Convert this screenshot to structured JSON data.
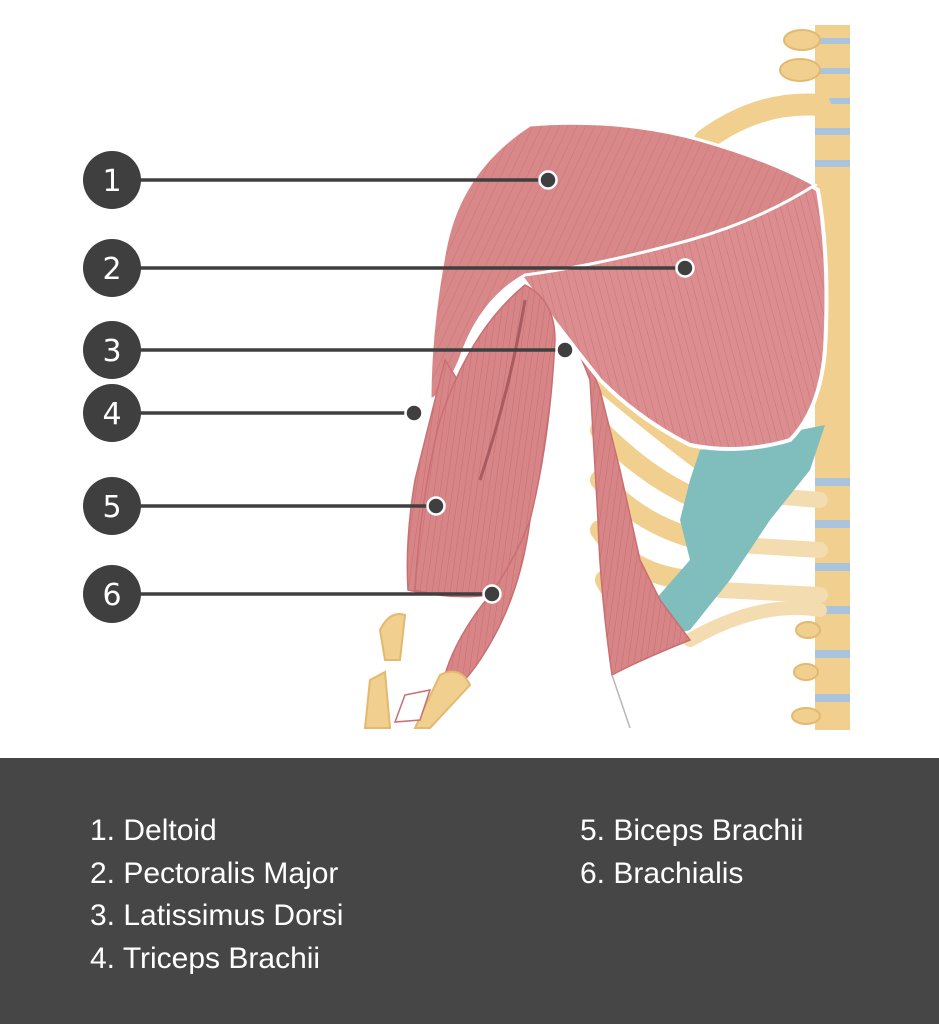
{
  "markers": [
    {
      "number": "1",
      "name": "Deltoid"
    },
    {
      "number": "2",
      "name": "Pectoralis Major"
    },
    {
      "number": "3",
      "name": "Latissimus Dorsi"
    },
    {
      "number": "4",
      "name": "Triceps Brachii"
    },
    {
      "number": "5",
      "name": "Biceps Brachii"
    },
    {
      "number": "6",
      "name": "Brachialis"
    }
  ],
  "legend": {
    "left": [
      "1. Deltoid",
      "2. Pectoralis Major",
      "3. Latissimus Dorsi",
      "4. Triceps Brachii"
    ],
    "right": [
      "5. Biceps Brachii",
      "6. Brachialis"
    ]
  },
  "colors": {
    "muscle": "#d9888a",
    "muscle_dark": "#c96f72",
    "bone": "#f1cf8f",
    "cartilage": "#7fbebd",
    "disc": "#a9c4dc",
    "label_circle": "#3f3f3f",
    "leader_line": "#3f3f3f",
    "legend_bg": "#464646"
  }
}
